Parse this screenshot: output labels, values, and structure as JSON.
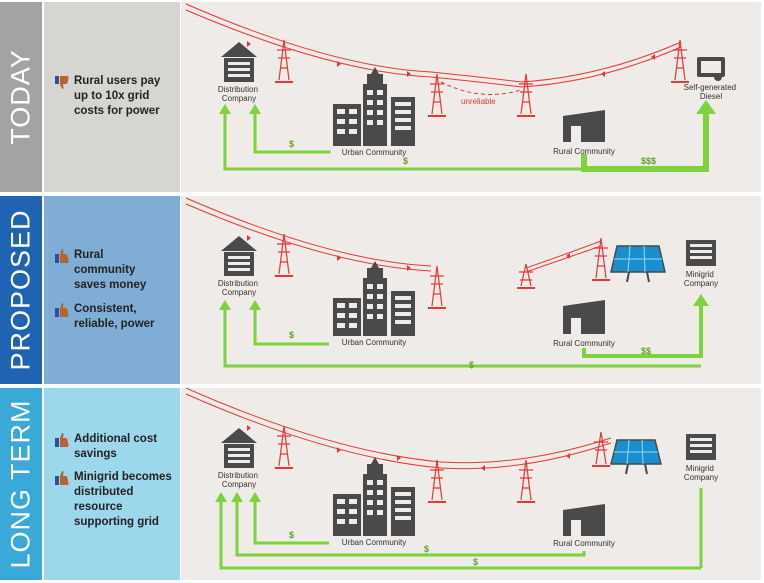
{
  "rows": [
    {
      "side_label": "TODAY",
      "side_color": "#a3a3a3",
      "info_color": "#d6d5d1",
      "bullets": [
        {
          "text": "Rural users pay up to 10x grid costs for power",
          "sentiment": "negative"
        }
      ],
      "labels": {
        "distribution": "Distribution Company",
        "urban": "Urban Community",
        "rural": "Rural Community",
        "self": "Self-generated Diesel",
        "unreliable": "unreliable",
        "money_urban": "$",
        "money_bottom": "$",
        "money_rural": "$$$"
      }
    },
    {
      "side_label": "PROPOSED",
      "side_color": "#1f63b3",
      "info_color": "#7fadd6",
      "bullets": [
        {
          "text": "Rural community saves money",
          "sentiment": "positive"
        },
        {
          "text": "Consistent, reliable, power",
          "sentiment": "positive"
        }
      ],
      "labels": {
        "distribution": "Distribution Company",
        "urban": "Urban Community",
        "rural": "Rural Community",
        "minigrid": "Minigrid Company",
        "money_urban": "$",
        "money_bottom": "$",
        "money_rural": "$$"
      }
    },
    {
      "side_label": "LONG TERM",
      "side_color": "#39a9d9",
      "info_color": "#9dd7ec",
      "bullets": [
        {
          "text": "Additional cost savings",
          "sentiment": "positive"
        },
        {
          "text": "Minigrid becomes distributed resource supporting grid",
          "sentiment": "positive"
        }
      ],
      "labels": {
        "distribution": "Distribution Company",
        "urban": "Urban Community",
        "rural": "Rural Community",
        "minigrid": "Minigrid Company",
        "money_urban": "$",
        "money_mid": "$",
        "money_bottom": "$"
      }
    }
  ],
  "colors": {
    "line": "#e53935",
    "money": "#7ed23b",
    "building": "#4a4a4a"
  }
}
